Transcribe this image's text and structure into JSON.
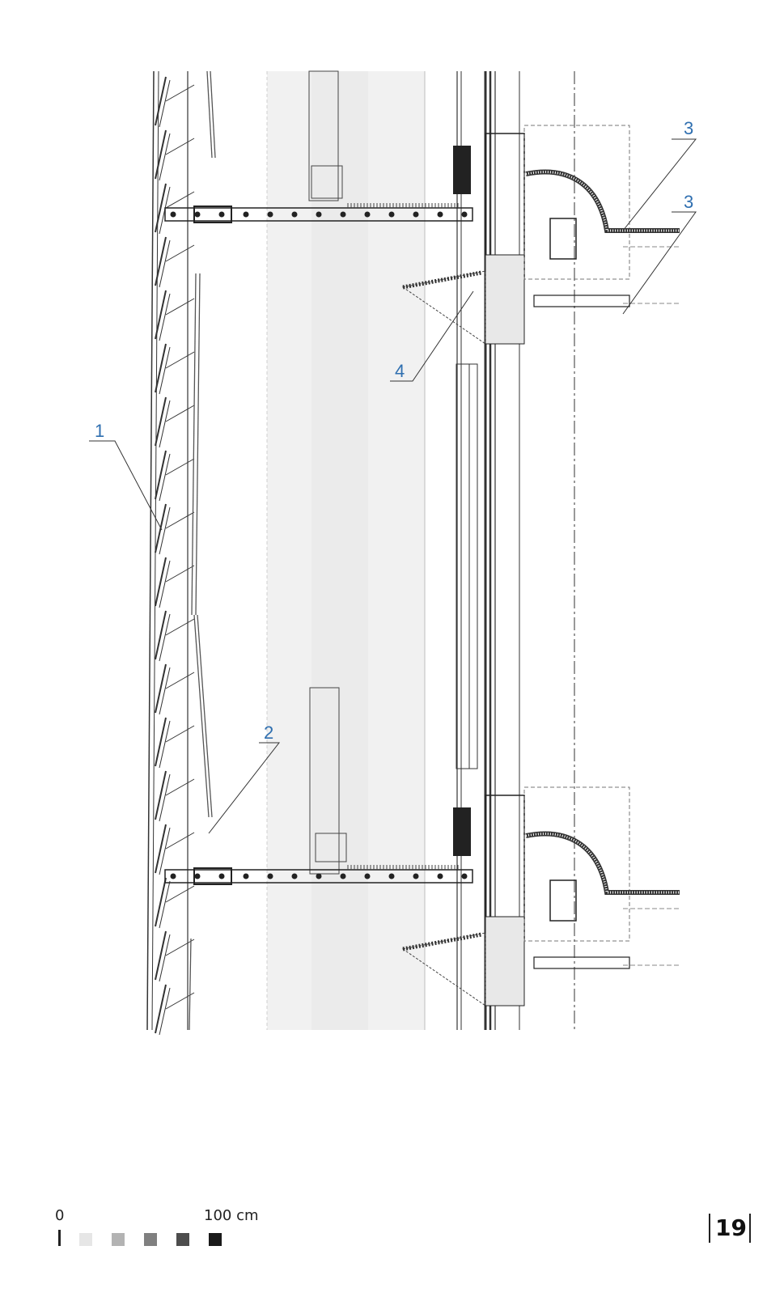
{
  "callouts": [
    {
      "id": "1",
      "label": "1"
    },
    {
      "id": "2",
      "label": "2"
    },
    {
      "id": "3a",
      "label": "3"
    },
    {
      "id": "3b",
      "label": "3"
    },
    {
      "id": "4",
      "label": "4"
    }
  ],
  "scale": {
    "start_label": "0",
    "end_label": "100 cm",
    "swatches": [
      "#e6e6e6",
      "#b3b3b3",
      "#808080",
      "#4d4d4d",
      "#1a1a1a"
    ]
  },
  "page": {
    "number": "19"
  },
  "colors": {
    "callout": "#2f6fb0",
    "line": "#222222"
  }
}
